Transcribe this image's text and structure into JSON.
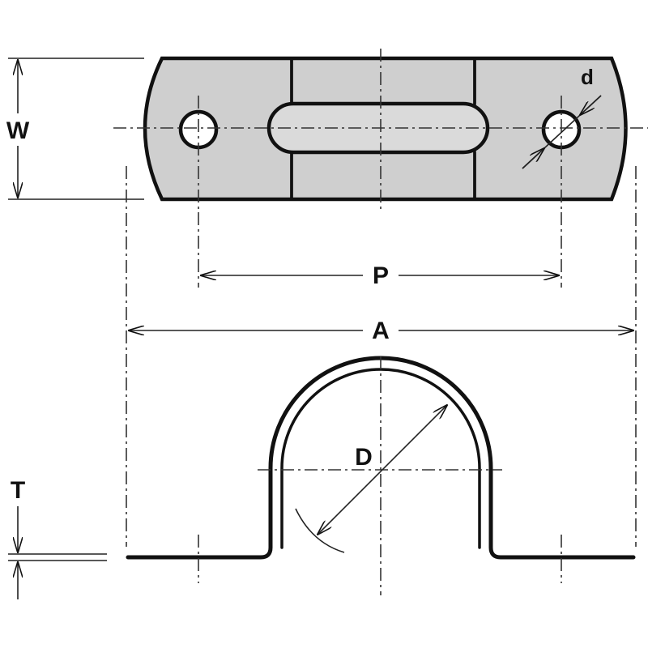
{
  "labels": {
    "width": "W",
    "pitch": "P",
    "overall_length": "A",
    "diameter": "D",
    "hole_diameter": "d",
    "thickness": "T"
  },
  "colors": {
    "plate_fill": "#cfcfcf",
    "line": "#111111",
    "background": "#ffffff"
  }
}
